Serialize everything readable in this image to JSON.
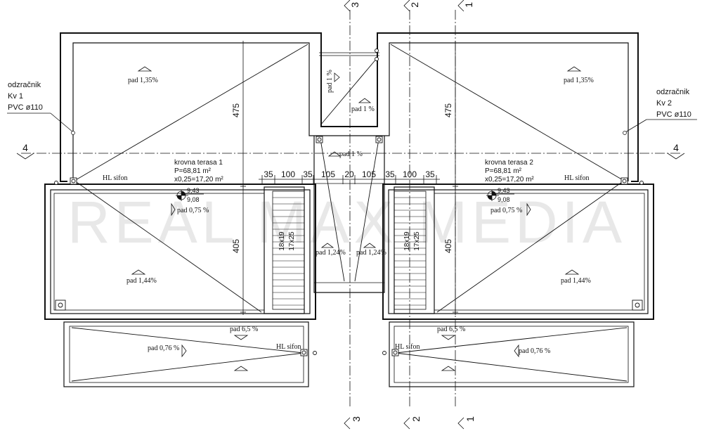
{
  "watermark": "REAL MAX MEDIA",
  "axes": {
    "top": [
      "3",
      "2",
      "1"
    ],
    "bottom": [
      "3",
      "2",
      "1"
    ],
    "left": "4",
    "right": "4"
  },
  "vents": {
    "left": [
      "odzračnik",
      "Kv 1",
      "PVC ø110"
    ],
    "right": [
      "odzračnik",
      "Kv 2",
      "PVC ø110"
    ]
  },
  "terraces": {
    "t1": [
      "krovna terasa 1",
      "P=68,81 m²",
      "x0,25=17,20 m²"
    ],
    "t2": [
      "krovna terasa 2",
      "P=68,81 m²",
      "x0,25=17,20 m²"
    ]
  },
  "levels": {
    "upper": "9,43",
    "lower": "9,08"
  },
  "dims": {
    "top_height": "475",
    "bottom_height": "405",
    "chain": [
      "35",
      "100",
      "35",
      "105",
      "20",
      "105",
      "35",
      "100",
      "35"
    ]
  },
  "stairs": {
    "line1": "18x19",
    "line2": "17x25"
  },
  "slopes": {
    "l_top": "pad 1,35%",
    "l_mid": "pad 0,75 %",
    "l_bot": "pad 1,44%",
    "r_top": "pad 1,35%",
    "r_mid": "pad 0,75 %",
    "r_bot": "pad 1,44%",
    "c_top_v": "pad 1 %",
    "c_top_h": "pad 1 %",
    "c_mid": "pad 1 %",
    "c_l": "pad 1,24%",
    "c_r": "pad 1,24%",
    "bl_top": "pad 6,5 %",
    "bl_side": "pad 0,76 %",
    "br_top": "pad 6,5 %",
    "br_side": "pad 0,76 %"
  },
  "sifon": "HL sifon"
}
